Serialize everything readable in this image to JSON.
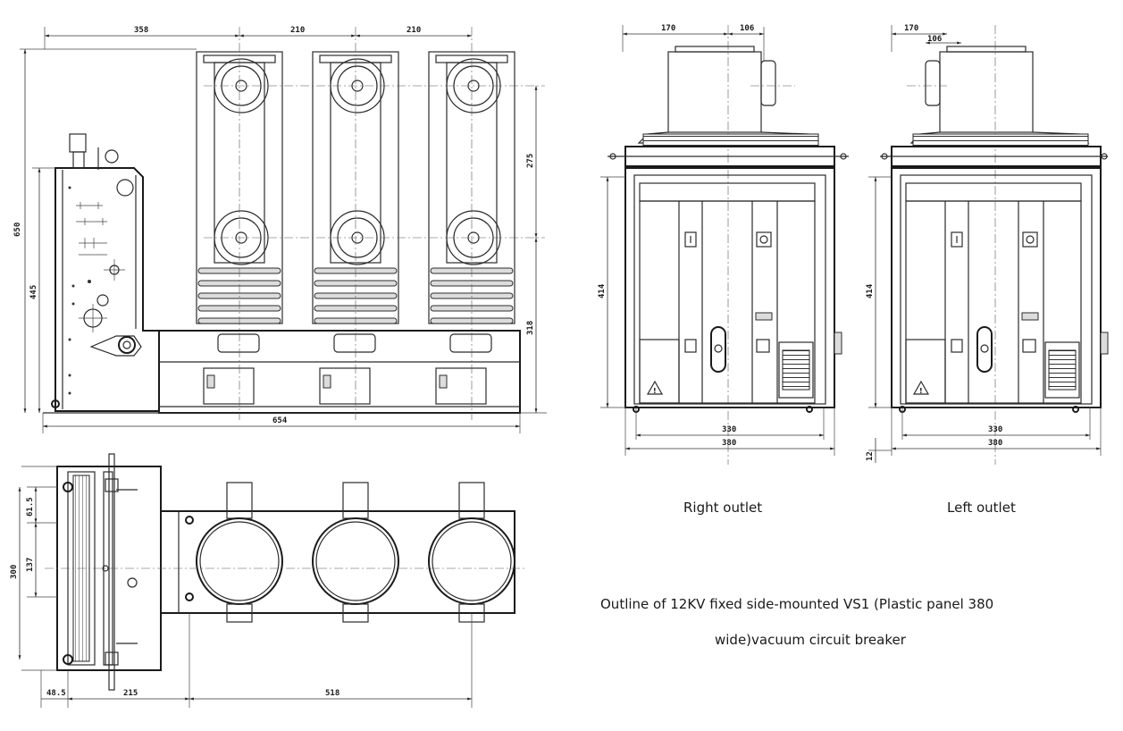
{
  "dimensions": {
    "front": {
      "d358": "358",
      "d210a": "210",
      "d210b": "210",
      "d650": "650",
      "d445": "445",
      "d275": "275",
      "d318": "318",
      "d654": "654"
    },
    "top": {
      "d61_5": "61.5",
      "d137": "137",
      "d300": "300",
      "d48_5": "48.5",
      "d215": "215",
      "d518": "518"
    },
    "right_side": {
      "d170": "170",
      "d106": "106",
      "d414": "414",
      "d330": "330",
      "d380": "380"
    },
    "left_side": {
      "d170": "170",
      "d106": "106",
      "d414": "414",
      "d330": "330",
      "d380": "380",
      "d12": "12"
    }
  },
  "labels": {
    "right_outlet": "Right outlet",
    "left_outlet": "Left outlet",
    "caption_line1": "Outline of 12KV fixed side-mounted VS1 (Plastic panel 380",
    "caption_line2": "wide)vacuum circuit breaker"
  },
  "colors": {
    "line": "#2b2b2b",
    "background": "#ffffff",
    "hatch": "#dcdcdc"
  },
  "icons": {
    "warning": "warning-triangle-icon"
  }
}
